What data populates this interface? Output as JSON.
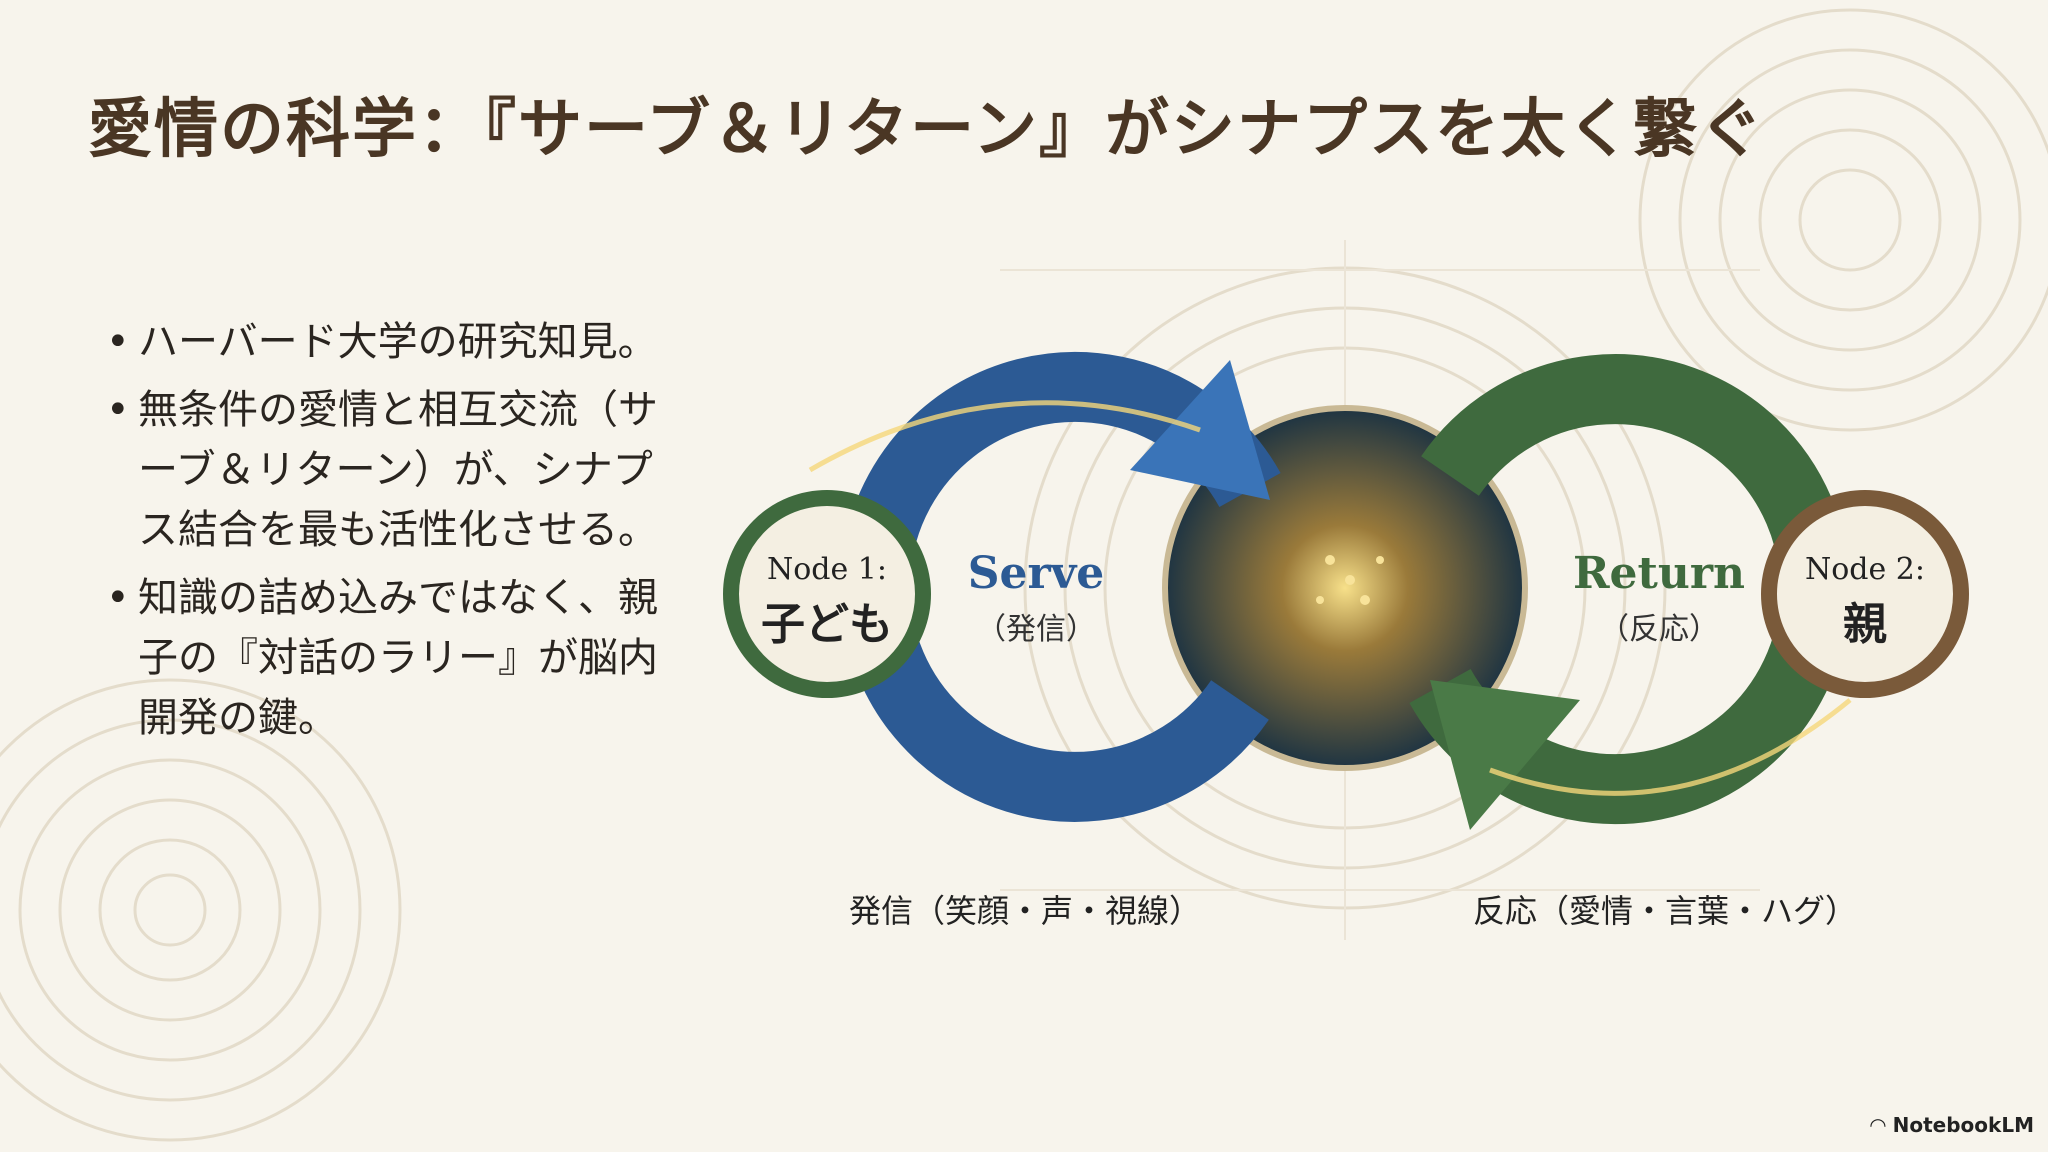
{
  "title": "愛情の科学：『サーブ＆リターン』がシナプスを太く繋ぐ",
  "bullets": [
    {
      "marker": "•",
      "text": "ハーバード大学の研究知見。"
    },
    {
      "marker": "•",
      "text": "無条件の愛情と相互交流（サーブ＆リターン）が、シナプス結合を最も活性化させる。"
    },
    {
      "marker": "•",
      "text": "知識の詰め込みではなく、親子の『対話のラリー』が脳内開発の鍵。"
    }
  ],
  "diagram": {
    "node1": {
      "title": "Node 1:",
      "name": "子ども"
    },
    "node2": {
      "title": "Node 2:",
      "name": "親"
    },
    "serve": {
      "label": "Serve",
      "sub": "（発信）",
      "detail": "発信（笑顔・声・視線）"
    },
    "return": {
      "label": "Return",
      "sub": "（反応）",
      "detail": "反応（愛情・言葉・ハグ）"
    },
    "colors": {
      "serve": "#2c5a94",
      "return": "#3f6a3e",
      "node1_ring": "#3f6a3e",
      "node2_ring": "#7a5a3a",
      "glow": "#f5d77a"
    }
  },
  "brand": "NotebookLM"
}
